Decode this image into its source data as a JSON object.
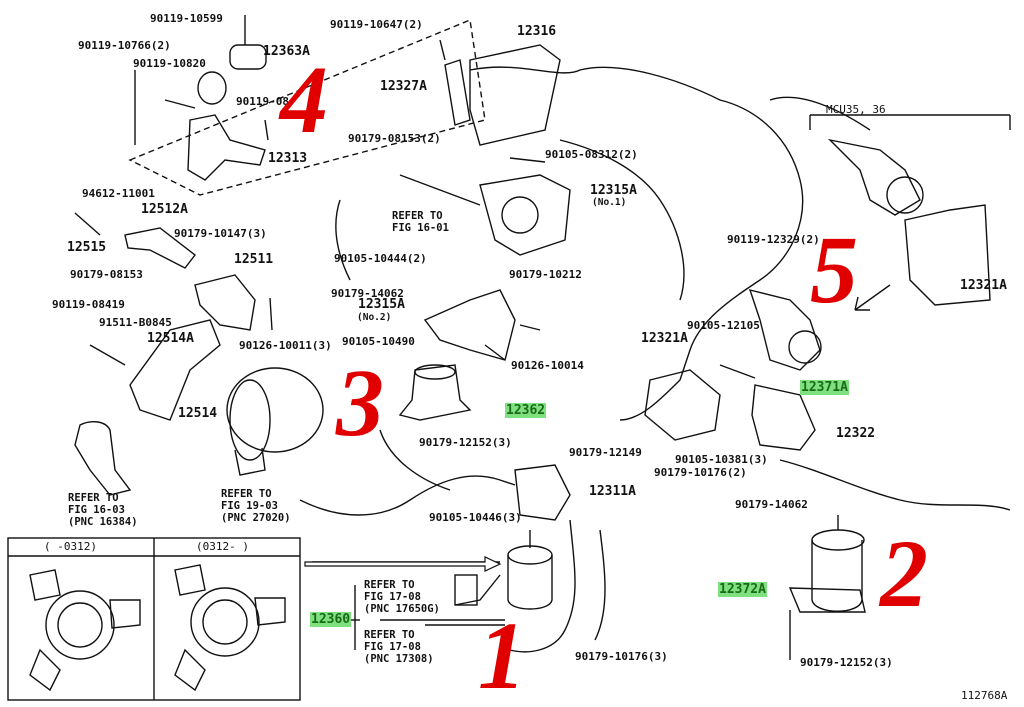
{
  "parts": {
    "p90119_10599": "90119-10599",
    "p90119_10766": "90119-10766(2)",
    "p90119_10820": "90119-10820",
    "p12363A": "12363A",
    "p90119_08": "90119-08",
    "p12313": "12313",
    "p90119_10647": "90119-10647(2)",
    "p12316": "12316",
    "p12327A": "12327A",
    "p90179_08153_2": "90179-08153(2)",
    "p90105_08312": "90105-08312(2)",
    "p12315A_no1": "12315A",
    "no1": "(No.1)",
    "p94612_11001": "94612-11001",
    "p12512A": "12512A",
    "p12515": "12515",
    "p90179_10147": "90179-10147(3)",
    "p90179_08153": "90179-08153",
    "p12511": "12511",
    "p90105_10444": "90105-10444(2)",
    "p90179_10212": "90179-10212",
    "p90179_14062_a": "90179-14062",
    "p12315A_no2": "12315A",
    "no2": "(No.2)",
    "p90119_08419": "90119-08419",
    "p91511_B0845": "91511-B0845",
    "p12514A": "12514A",
    "p90126_10011": "90126-10011(3)",
    "p90105_10490": "90105-10490",
    "p90126_10014": "90126-10014",
    "p12514": "12514",
    "p12362": "12362",
    "p90179_12152_a": "90179-12152(3)",
    "p90179_12149": "90179-12149",
    "p12311A": "12311A",
    "p90105_10446": "90105-10446(3)",
    "mcu": "MCU35, 36",
    "p90119_12329": "90119-12329(2)",
    "p12321A_a": "12321A",
    "p12321A_b": "12321A",
    "p90105_12105": "90105-12105",
    "p12371A": "12371A",
    "p12322": "12322",
    "p90105_10381": "90105-10381(3)",
    "p90179_10176_2": "90179-10176(2)",
    "p90179_14062_b": "90179-14062",
    "p12372A": "12372A",
    "p90179_12152_b": "90179-12152(3)",
    "p12360": "12360",
    "p90179_10176_3": "90179-10176(3)",
    "fig_id": "112768A"
  },
  "refs": {
    "fig16_01": "REFER TO\nFIG 16-01",
    "fig16_03": "REFER TO\nFIG 16-03\n(PNC 16384)",
    "fig19_03": "REFER TO\nFIG 19-03\n(PNC 27020)",
    "fig17_08_a": "REFER TO\nFIG 17-08\n(PNC 17650G)",
    "fig17_08_b": "REFER TO\nFIG 17-08\n(PNC 17308)"
  },
  "inset": {
    "left_range": "(   -0312)",
    "right_range": "(0312-    )"
  },
  "markers": {
    "m1": "1",
    "m2": "2",
    "m3": "3",
    "m4": "4",
    "m5": "5"
  },
  "colors": {
    "marker": "#e00000",
    "highlight": "#7ee07e",
    "ink": "#111111"
  }
}
